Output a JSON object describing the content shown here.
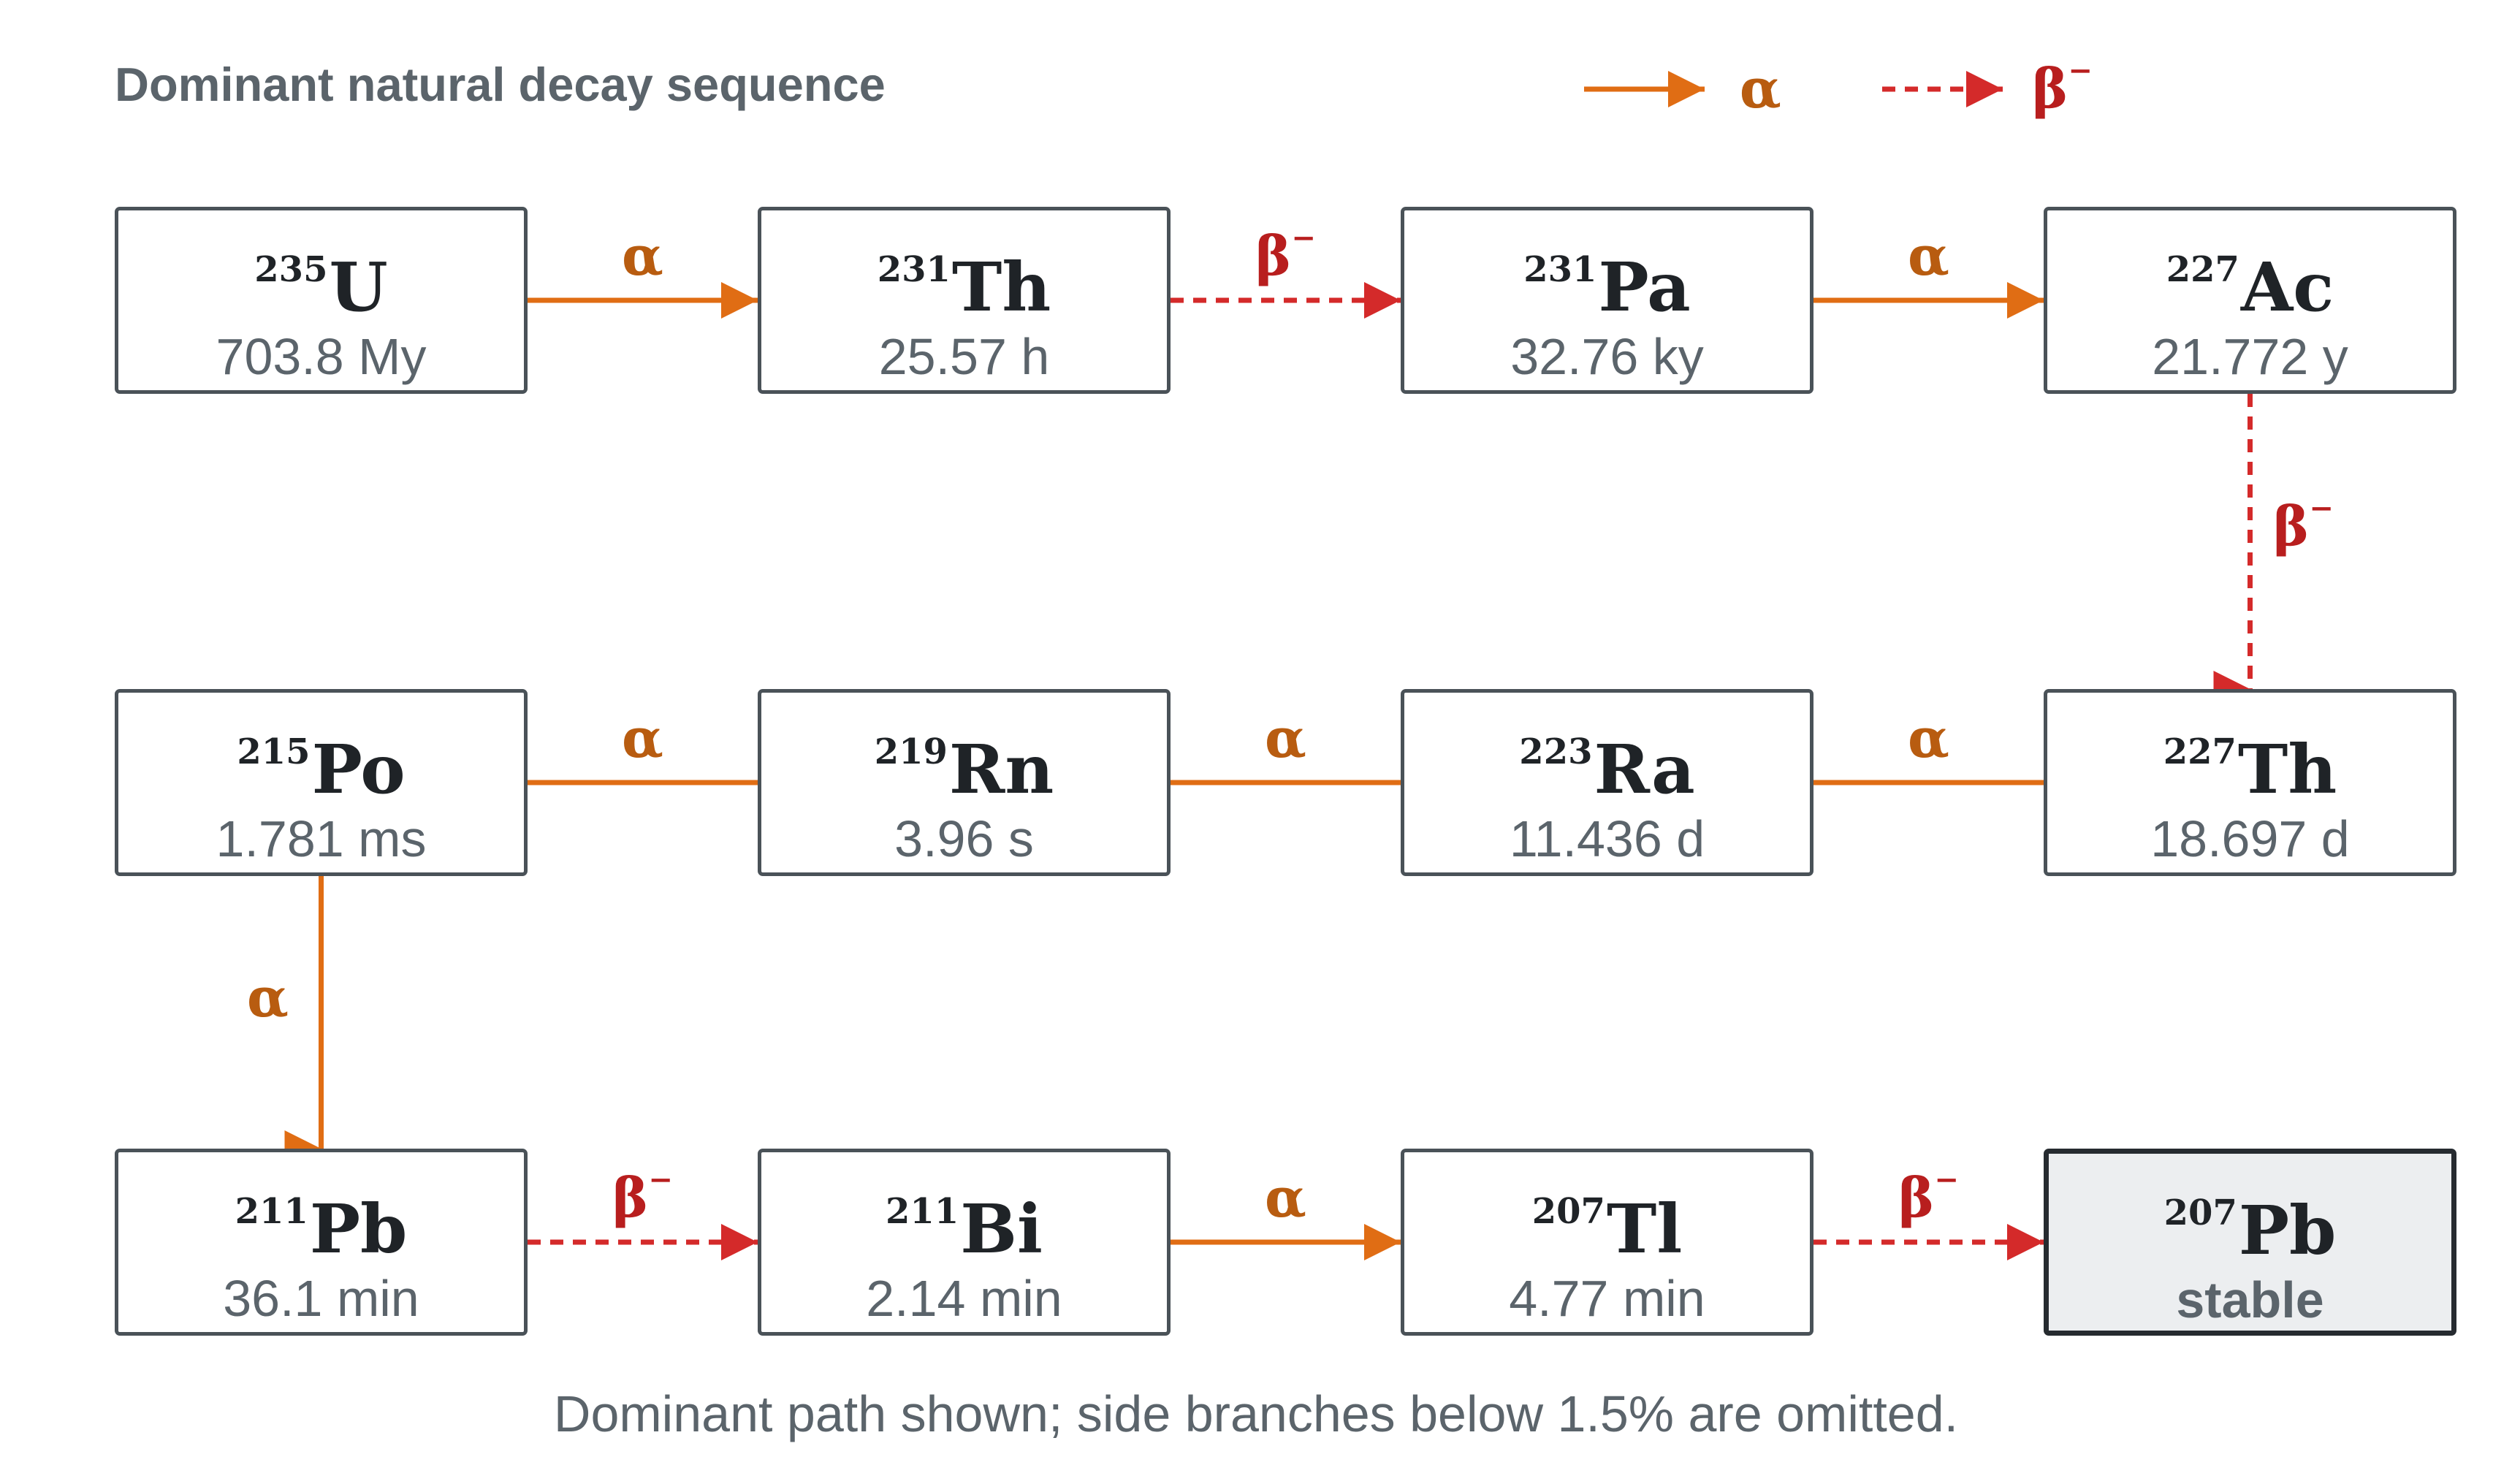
{
  "title": "Dominant natural decay sequence",
  "colors": {
    "alpha": "#e06d14",
    "beta": "#d42a2a",
    "box_border": "#4a5258",
    "stable_fill": "#eceef0"
  },
  "legend": [
    {
      "type": "alpha",
      "label": "α"
    },
    {
      "type": "beta",
      "label": "β⁻"
    }
  ],
  "nuclides": [
    {
      "id": "u235",
      "mass": "235",
      "symbol": "U",
      "half_life": "703.8 My"
    },
    {
      "id": "th231",
      "mass": "231",
      "symbol": "Th",
      "half_life": "25.57 h"
    },
    {
      "id": "pa231",
      "mass": "231",
      "symbol": "Pa",
      "half_life": "32.76 ky"
    },
    {
      "id": "ac227",
      "mass": "227",
      "symbol": "Ac",
      "half_life": "21.772 y"
    },
    {
      "id": "th227",
      "mass": "227",
      "symbol": "Th",
      "half_life": "18.697 d"
    },
    {
      "id": "ra223",
      "mass": "223",
      "symbol": "Ra",
      "half_life": "11.436 d"
    },
    {
      "id": "rn219",
      "mass": "219",
      "symbol": "Rn",
      "half_life": "3.96 s"
    },
    {
      "id": "po215",
      "mass": "215",
      "symbol": "Po",
      "half_life": "1.781 ms"
    },
    {
      "id": "pb211",
      "mass": "211",
      "symbol": "Pb",
      "half_life": "36.1 min"
    },
    {
      "id": "bi211",
      "mass": "211",
      "symbol": "Bi",
      "half_life": "2.14 min"
    },
    {
      "id": "tl207",
      "mass": "207",
      "symbol": "Tl",
      "half_life": "4.77 min"
    },
    {
      "id": "pb207",
      "mass": "207",
      "symbol": "Pb",
      "half_life": "stable",
      "stable": true
    }
  ],
  "decays": [
    {
      "from": "u235",
      "to": "th231",
      "type": "alpha",
      "label": "α"
    },
    {
      "from": "th231",
      "to": "pa231",
      "type": "beta",
      "label": "β⁻"
    },
    {
      "from": "pa231",
      "to": "ac227",
      "type": "alpha",
      "label": "α"
    },
    {
      "from": "ac227",
      "to": "th227",
      "type": "beta",
      "label": "β⁻"
    },
    {
      "from": "th227",
      "to": "ra223",
      "type": "alpha",
      "label": "α"
    },
    {
      "from": "ra223",
      "to": "rn219",
      "type": "alpha",
      "label": "α"
    },
    {
      "from": "rn219",
      "to": "po215",
      "type": "alpha",
      "label": "α"
    },
    {
      "from": "po215",
      "to": "pb211",
      "type": "alpha",
      "label": "α"
    },
    {
      "from": "pb211",
      "to": "bi211",
      "type": "beta",
      "label": "β⁻"
    },
    {
      "from": "bi211",
      "to": "tl207",
      "type": "alpha",
      "label": "α"
    },
    {
      "from": "tl207",
      "to": "pb207",
      "type": "beta",
      "label": "β⁻"
    }
  ],
  "footnote": "Dominant path shown; side branches below 1.5% are omitted."
}
